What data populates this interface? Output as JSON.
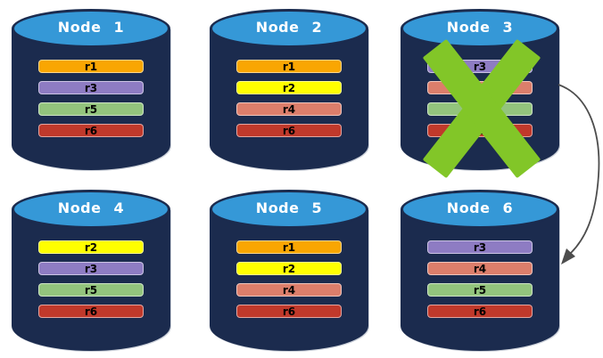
{
  "diagram": {
    "kind": "database-replication-failover",
    "background": "#ffffff"
  },
  "colors": {
    "cylinder_body": "#1B2B4E",
    "cylinder_top": "#3598D7",
    "title_text": "#ffffff",
    "bar_text": "#000000",
    "failure_x": "#82C628",
    "arrow": "#4d4d4d",
    "replicas": {
      "r1": "#F9A602",
      "r2": "#FFFF00",
      "r3": "#8E7CC3",
      "r4": "#DC7E6B",
      "r5": "#93C47D",
      "r6": "#C0392B"
    }
  },
  "nodes": [
    {
      "label": "Node 1",
      "failed": false,
      "replicas": [
        "r1",
        "r3",
        "r5",
        "r6"
      ]
    },
    {
      "label": "Node 2",
      "failed": false,
      "replicas": [
        "r1",
        "r2",
        "r4",
        "r6"
      ]
    },
    {
      "label": "Node 3",
      "failed": true,
      "replicas": [
        "r3",
        "r4",
        "r5",
        "r6"
      ]
    },
    {
      "label": "Node 4",
      "failed": false,
      "replicas": [
        "r2",
        "r3",
        "r5",
        "r6"
      ]
    },
    {
      "label": "Node 5",
      "failed": false,
      "replicas": [
        "r1",
        "r2",
        "r4",
        "r6"
      ]
    },
    {
      "label": "Node 6",
      "failed": false,
      "replicas": [
        "r3",
        "r4",
        "r5",
        "r6"
      ]
    }
  ],
  "arrow": {
    "from": "Node 3",
    "to": "Node 6"
  }
}
